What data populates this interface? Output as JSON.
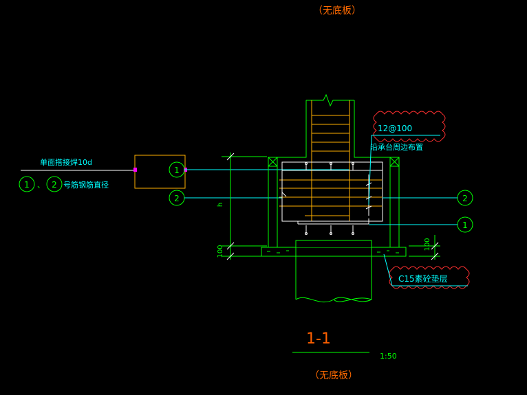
{
  "drawing": {
    "top_note": "（无底板）",
    "bottom_note": "（无底板）",
    "section_title": "1-1",
    "scale": "1:50"
  },
  "left_detail": {
    "weld_label": "单面搭接焊10d",
    "bar_circle_1": "1",
    "bar_circle_2": "2",
    "sep": "、",
    "diameter_label": "号筋钢筋直径"
  },
  "callouts": {
    "ring_bar": "12@100",
    "ring_note": "沿承台周边布置",
    "cushion": "C15素砼垫层",
    "marker_1": "1",
    "marker_2": "2"
  },
  "dimensions": {
    "h": "h",
    "d100_left": "100",
    "d100_right": "100"
  },
  "colors": {
    "background": "#000000",
    "concrete": "#00ff00",
    "rebar": "#ffffff",
    "stirrup": "#ffb000",
    "leader": "#00ffff",
    "note": "#ff6000",
    "cloud": "#ff3030",
    "grip": "#ff00ff",
    "text": "#00ffff"
  }
}
